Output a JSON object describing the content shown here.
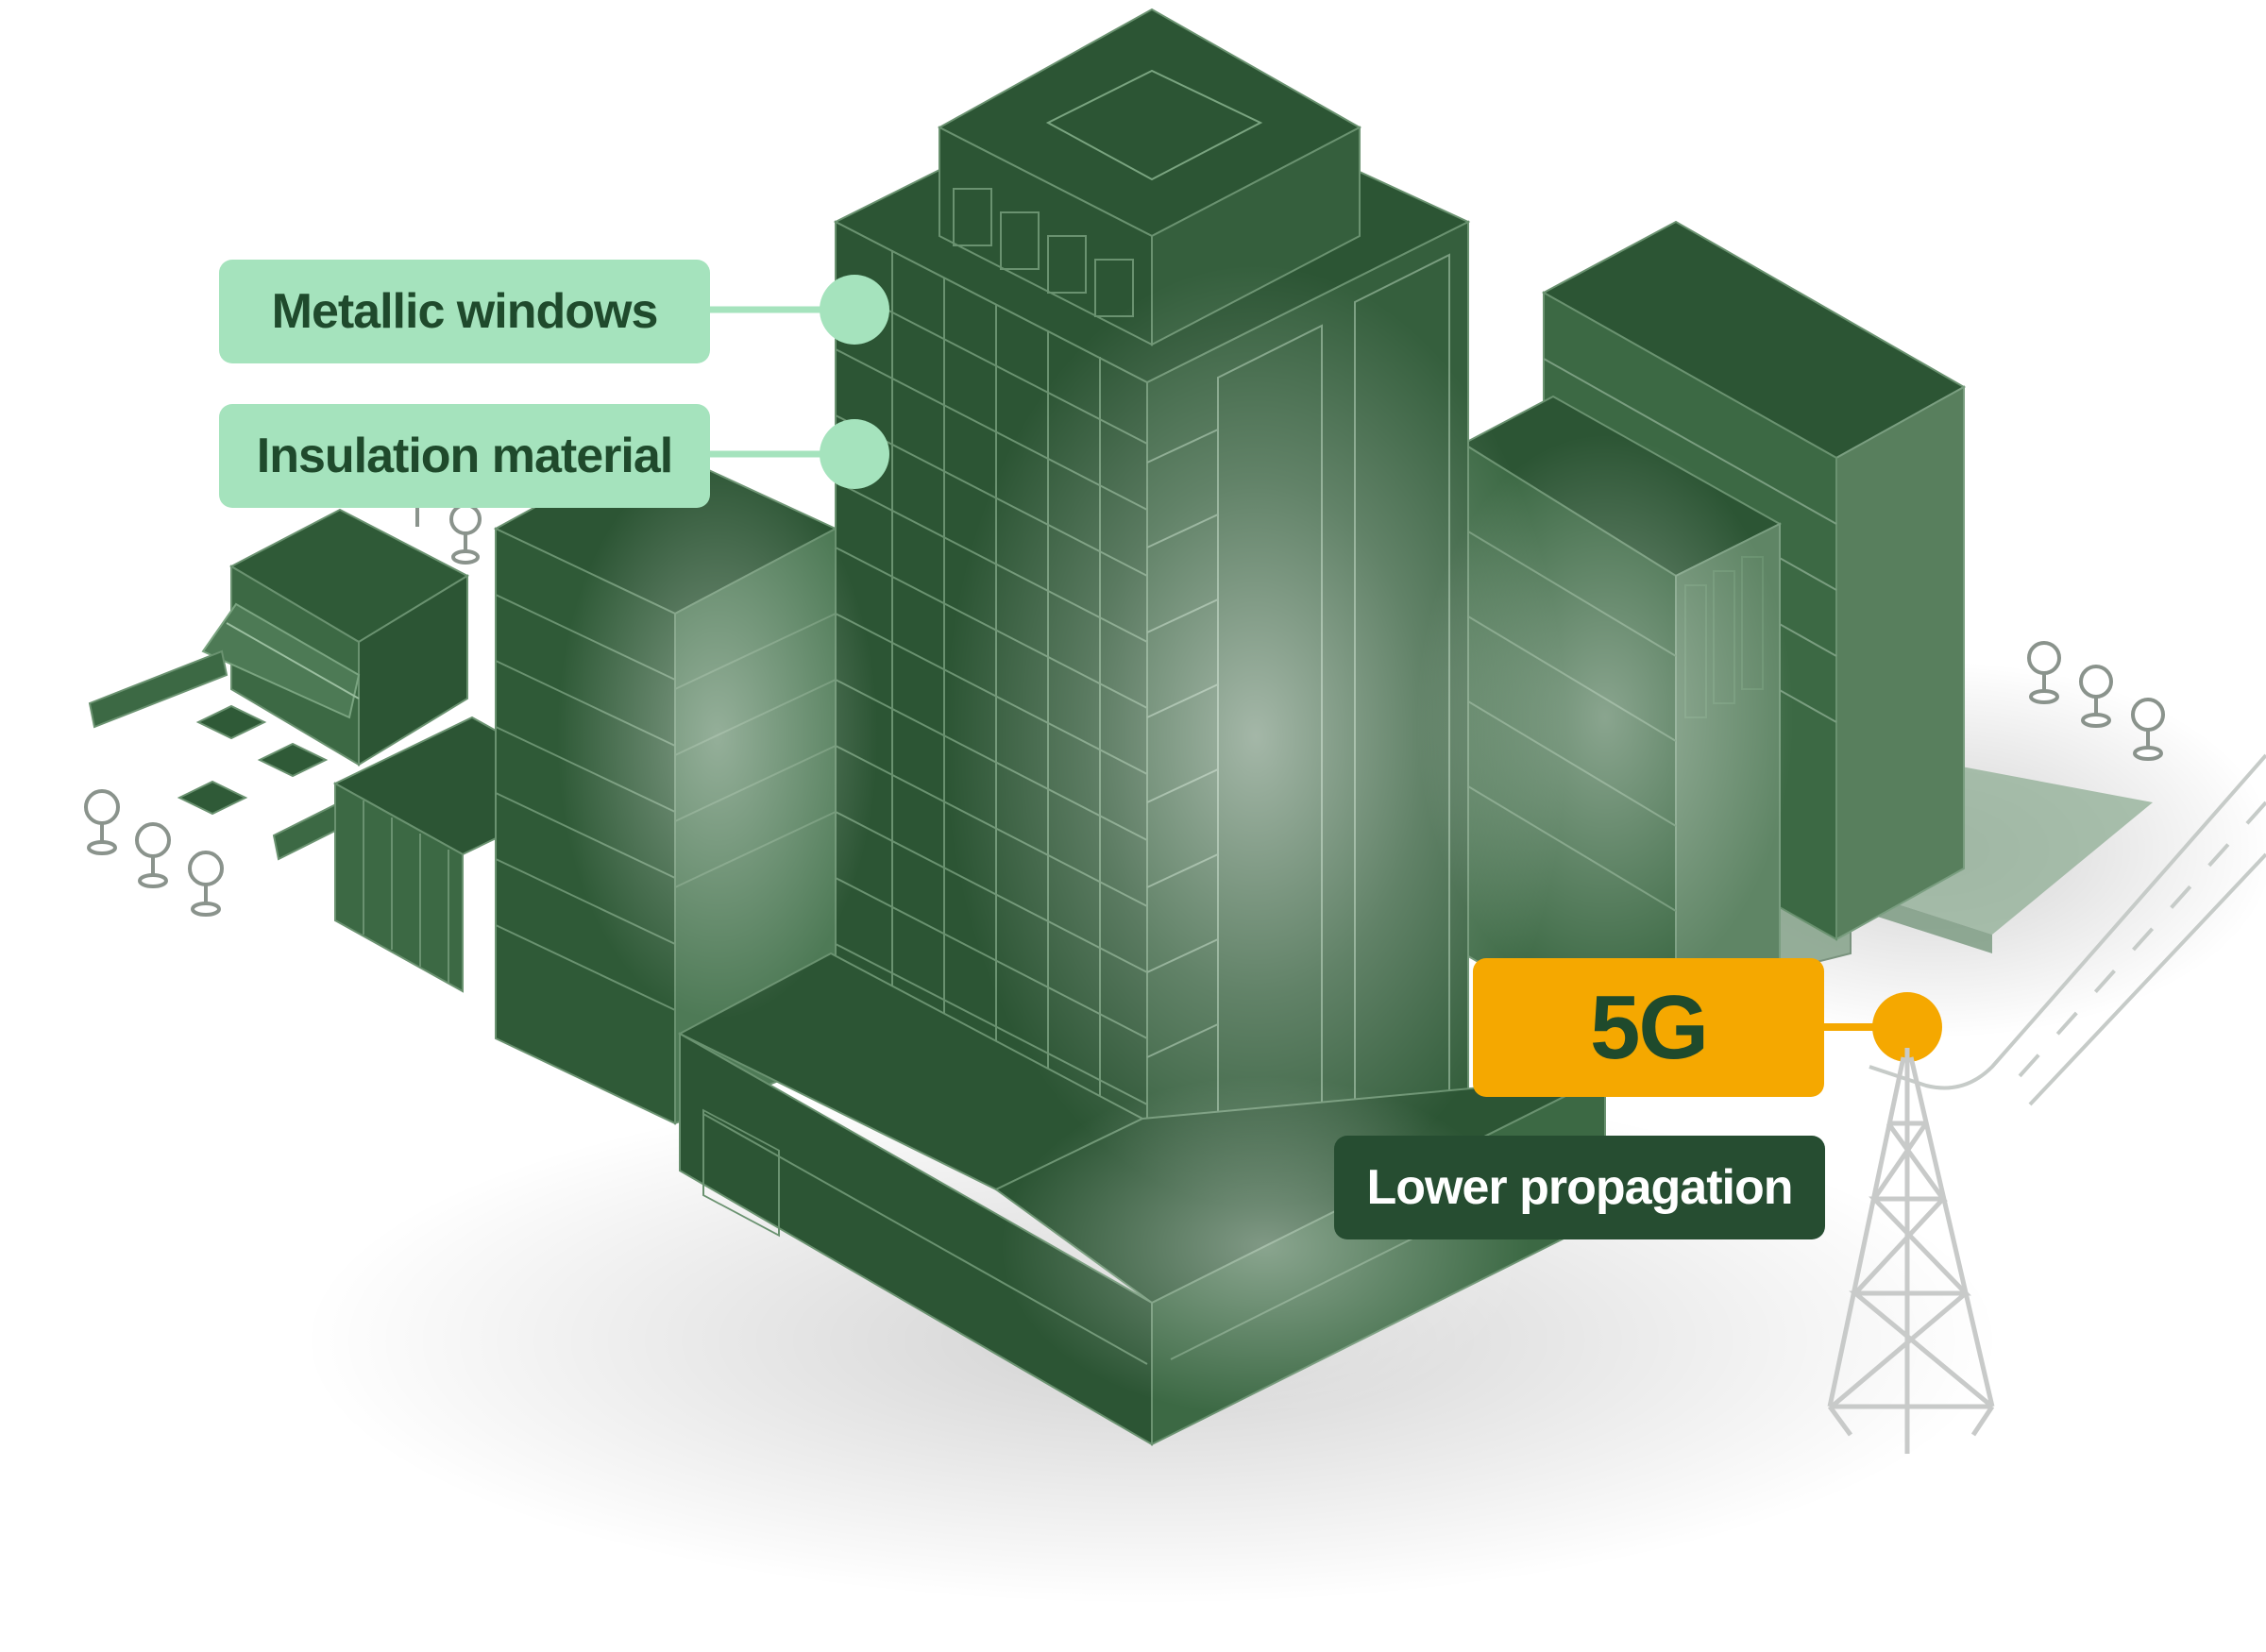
{
  "labels": {
    "metallic_windows": "Metallic windows",
    "insulation_material": "Insulation material",
    "five_g": "5G",
    "lower_propagation": "Lower propagation"
  },
  "colors": {
    "building_dark": "#2c5534",
    "building_line": "#6a9270",
    "callout_light": "#a5e3bd",
    "callout_orange": "#f5a800",
    "callout_dark": "#264d31",
    "text_dark": "#1f4a2c"
  },
  "icons": [
    "tree-icon",
    "cell-tower-icon",
    "cafe-table-icon",
    "storefront-icon",
    "road-icon"
  ]
}
